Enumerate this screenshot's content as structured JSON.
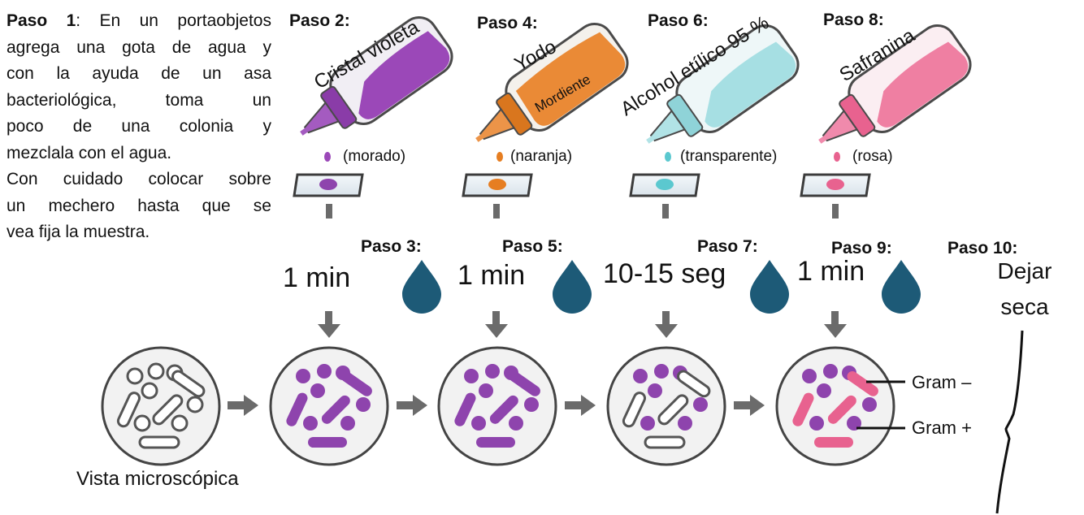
{
  "intro": {
    "head": "Paso 1",
    "sep": ":",
    "lines": [
      " En un portaobjetos",
      "agrega una gota de agua y",
      "con la ayuda de un asa",
      "bacteriológica, toma un",
      "poco de una colonia y",
      "mezclala con el agua.",
      "Con cuidado colocar sobre",
      "un mechero hasta que se",
      "vea fija la muestra."
    ]
  },
  "steps": {
    "s2": "Paso 2:",
    "s3": "Paso 3:",
    "s4": "Paso 4:",
    "s5": "Paso 5:",
    "s6": "Paso 6:",
    "s7": "Paso 7:",
    "s8": "Paso 8:",
    "s9": "Paso 9:",
    "s10": "Paso 10:"
  },
  "reagents": {
    "crystal": "Cristal violeta",
    "iodine": "Yodo",
    "mordant": "Mordiente",
    "alcohol": "Alcohol etílico 95 %",
    "safranin": "Safranina"
  },
  "color_notes": {
    "crystal": "(morado)",
    "iodine": "(naranja)",
    "alcohol": "(transparente)",
    "safranin": "(rosa)"
  },
  "times": {
    "t3": "1 min",
    "t5": "1 min",
    "t7": "10-15 seg",
    "t9": "1 min"
  },
  "dry": {
    "line1": "Dejar",
    "line2": "seca"
  },
  "gram": {
    "negative": "Gram –",
    "positive": "Gram +"
  },
  "caption": "Vista microscópica",
  "colors": {
    "violet": "#8e44ad",
    "orange": "#e67e22",
    "cyan": "#5bc8cf",
    "pink": "#e8628f",
    "water_drop": "#1d5a77",
    "arrow_gray": "#6b6b6b"
  },
  "icons": [
    "dropper-bottle-icon",
    "glass-slide-icon",
    "water-drop-icon",
    "down-arrow-icon",
    "right-arrow-icon",
    "microscope-view-icon",
    "brace-icon"
  ]
}
